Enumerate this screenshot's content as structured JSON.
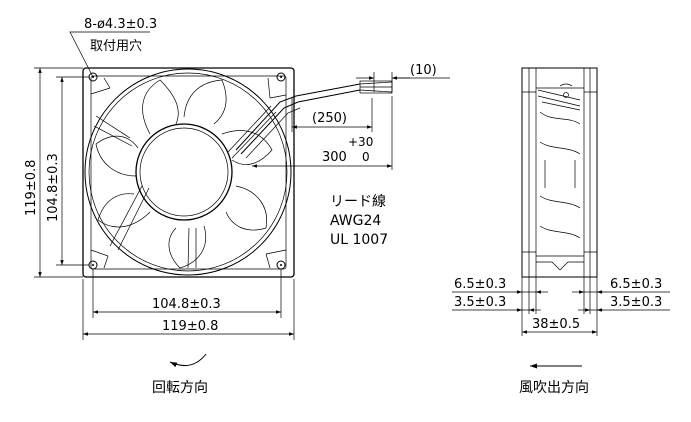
{
  "front_view": {
    "hole_spec": "8-ø4.3±0.3",
    "hole_caption": "取付用穴",
    "lead_tip": "(10)",
    "lead_length": "(250)",
    "cable_tol_upper": "+30",
    "cable_length": "300",
    "cable_tol_lower": "0",
    "wire_caption": "リード線",
    "wire_gauge": "AWG24",
    "wire_standard": "UL 1007",
    "height_outer": "119±0.8",
    "height_pitch": "104.8±0.3",
    "width_pitch": "104.8±0.3",
    "width_outer": "119±0.8",
    "rotation_caption": "回転方向"
  },
  "side_view": {
    "left_dim_top": "6.5±0.3",
    "left_dim_bottom": "3.5±0.3",
    "right_dim_top": "6.5±0.3",
    "right_dim_bottom": "3.5±0.3",
    "depth": "38±0.5",
    "airflow_caption": "風吹出方向"
  }
}
